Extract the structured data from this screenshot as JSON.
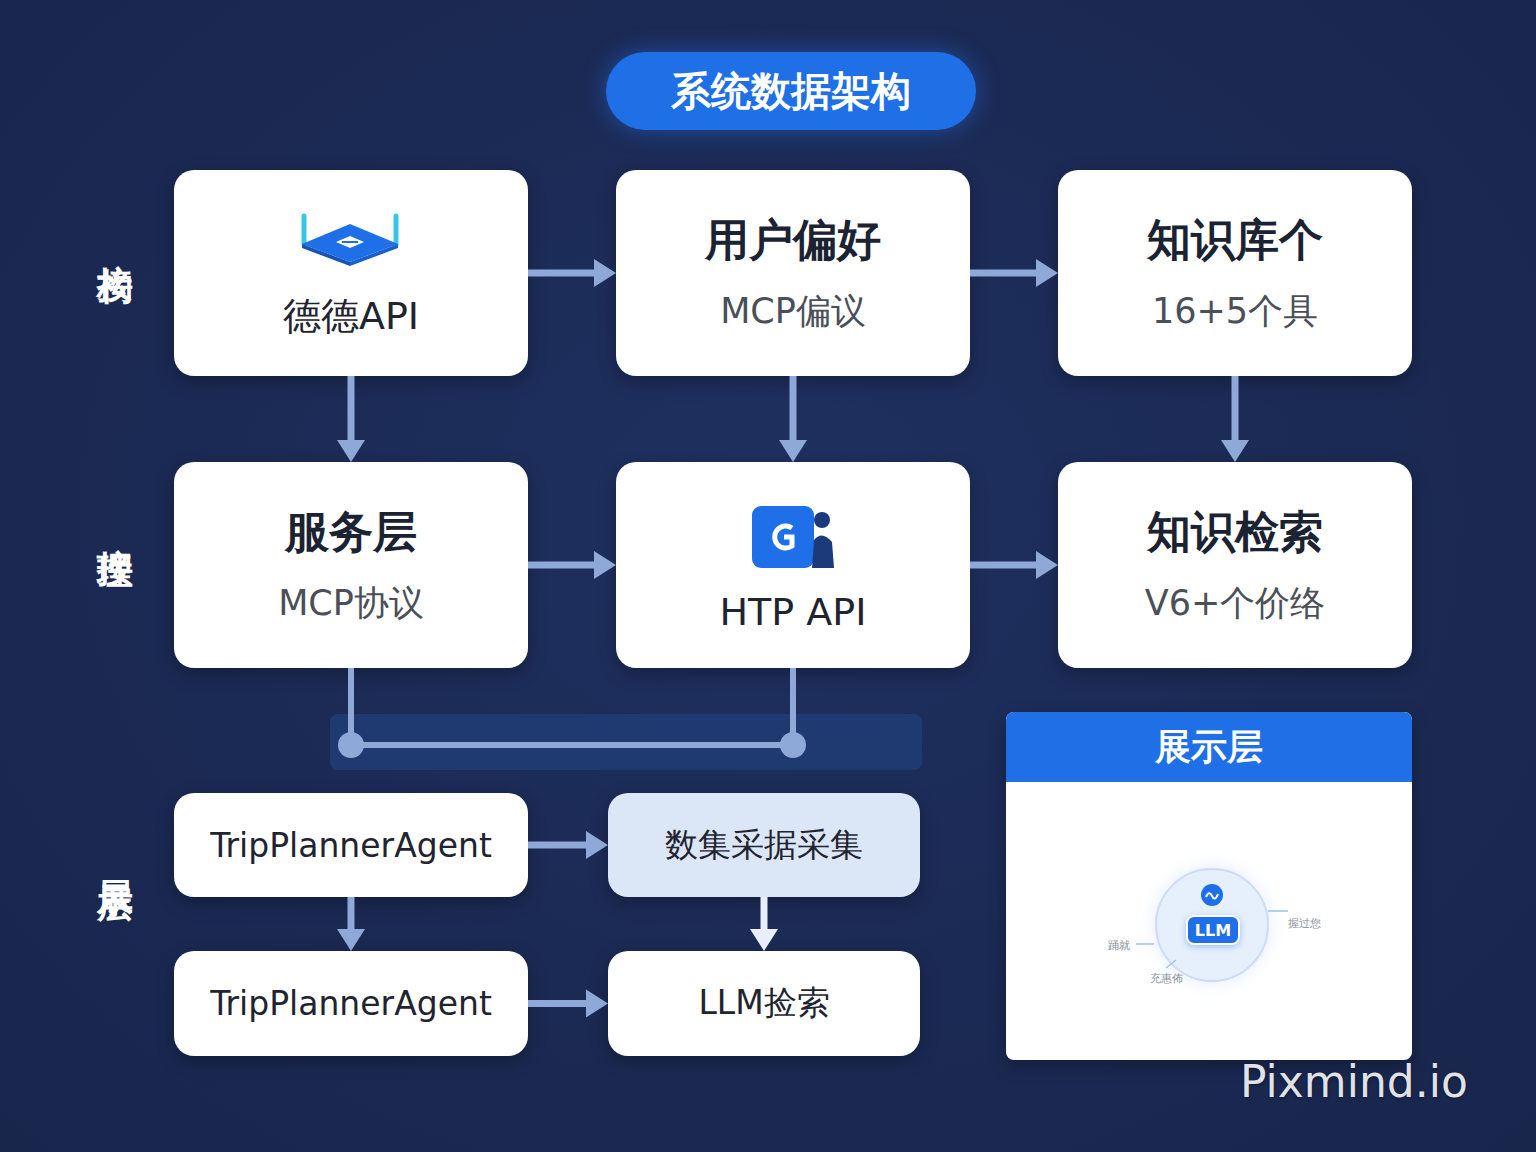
{
  "diagram": {
    "title": "系统数据架构",
    "nodes": [
      {
        "text": [
          "德德API"
        ]
      },
      {
        "text": [
          "用户偏好",
          "MCP偏议"
        ]
      },
      {
        "text": [
          "知识库个",
          "16+5个具"
        ]
      },
      {
        "text": [
          "服务层",
          "MCP协议"
        ]
      },
      {
        "text": [
          "HTP API"
        ]
      },
      {
        "text": [
          "知识检索",
          "V6+个价络"
        ]
      },
      {
        "text": [
          "TripPlannerAgent"
        ]
      },
      {
        "text": [
          "数集采据采集"
        ]
      },
      {
        "text": [
          "TripPlannerAgent"
        ]
      },
      {
        "text": [
          "LLM捡索"
        ]
      },
      {
        "text": [
          "展示层"
        ]
      },
      {
        "text": [
          "LLM"
        ],
        "in": 10
      }
    ],
    "edges": [
      {
        "from": 0,
        "to": 1,
        "arrow": "to"
      },
      {
        "from": 1,
        "to": 2,
        "arrow": "to"
      },
      {
        "from": 0,
        "to": 3,
        "arrow": "to"
      },
      {
        "from": 1,
        "to": 4,
        "arrow": "to"
      },
      {
        "from": 2,
        "to": 5,
        "arrow": "to"
      },
      {
        "from": 3,
        "to": 4,
        "arrow": "to"
      },
      {
        "from": 4,
        "to": 5,
        "arrow": "to"
      },
      {
        "from": 3,
        "to": 4,
        "arrow": "none"
      },
      {
        "from": 6,
        "to": 7,
        "arrow": "to"
      },
      {
        "from": 6,
        "to": 8,
        "arrow": "to"
      },
      {
        "from": 7,
        "to": 9,
        "arrow": "to"
      },
      {
        "from": 8,
        "to": 9,
        "arrow": "to"
      }
    ],
    "labels": [
      "接构",
      "接理",
      "展示层",
      "踊就",
      "握过您",
      "充惠佈",
      "Pixmind.io"
    ]
  }
}
